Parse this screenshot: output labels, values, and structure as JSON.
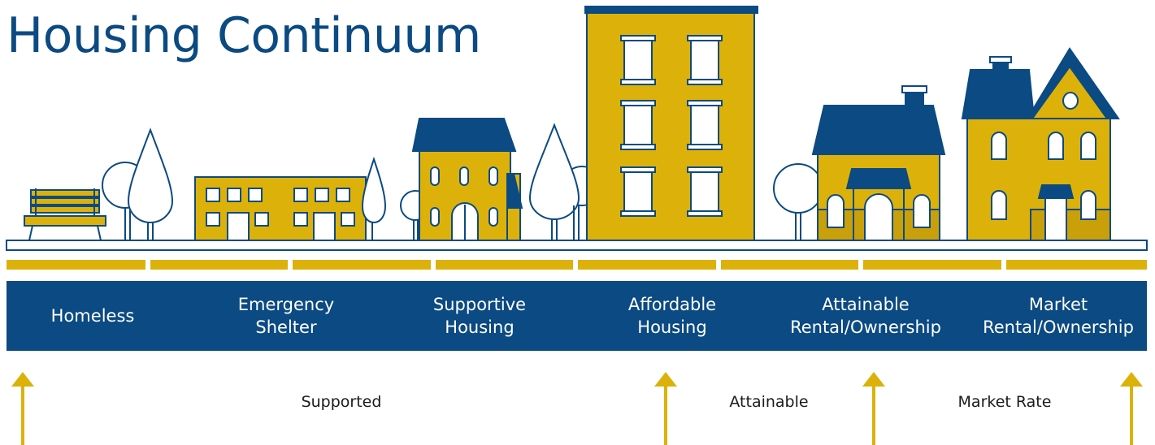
{
  "title": "Housing Continuum",
  "stages": [
    "Homeless",
    "Emergency\nShelter",
    "Supportive\nHousing",
    "Affordable\nHousing",
    "Attainable\nRental/Ownership",
    "Market\nRental/Ownership"
  ],
  "ranges": [
    "Supported",
    "Attainable",
    "Market Rate"
  ],
  "colors": {
    "navy": "#0b4a82",
    "gold": "#dcb20a",
    "white": "#ffffff"
  }
}
